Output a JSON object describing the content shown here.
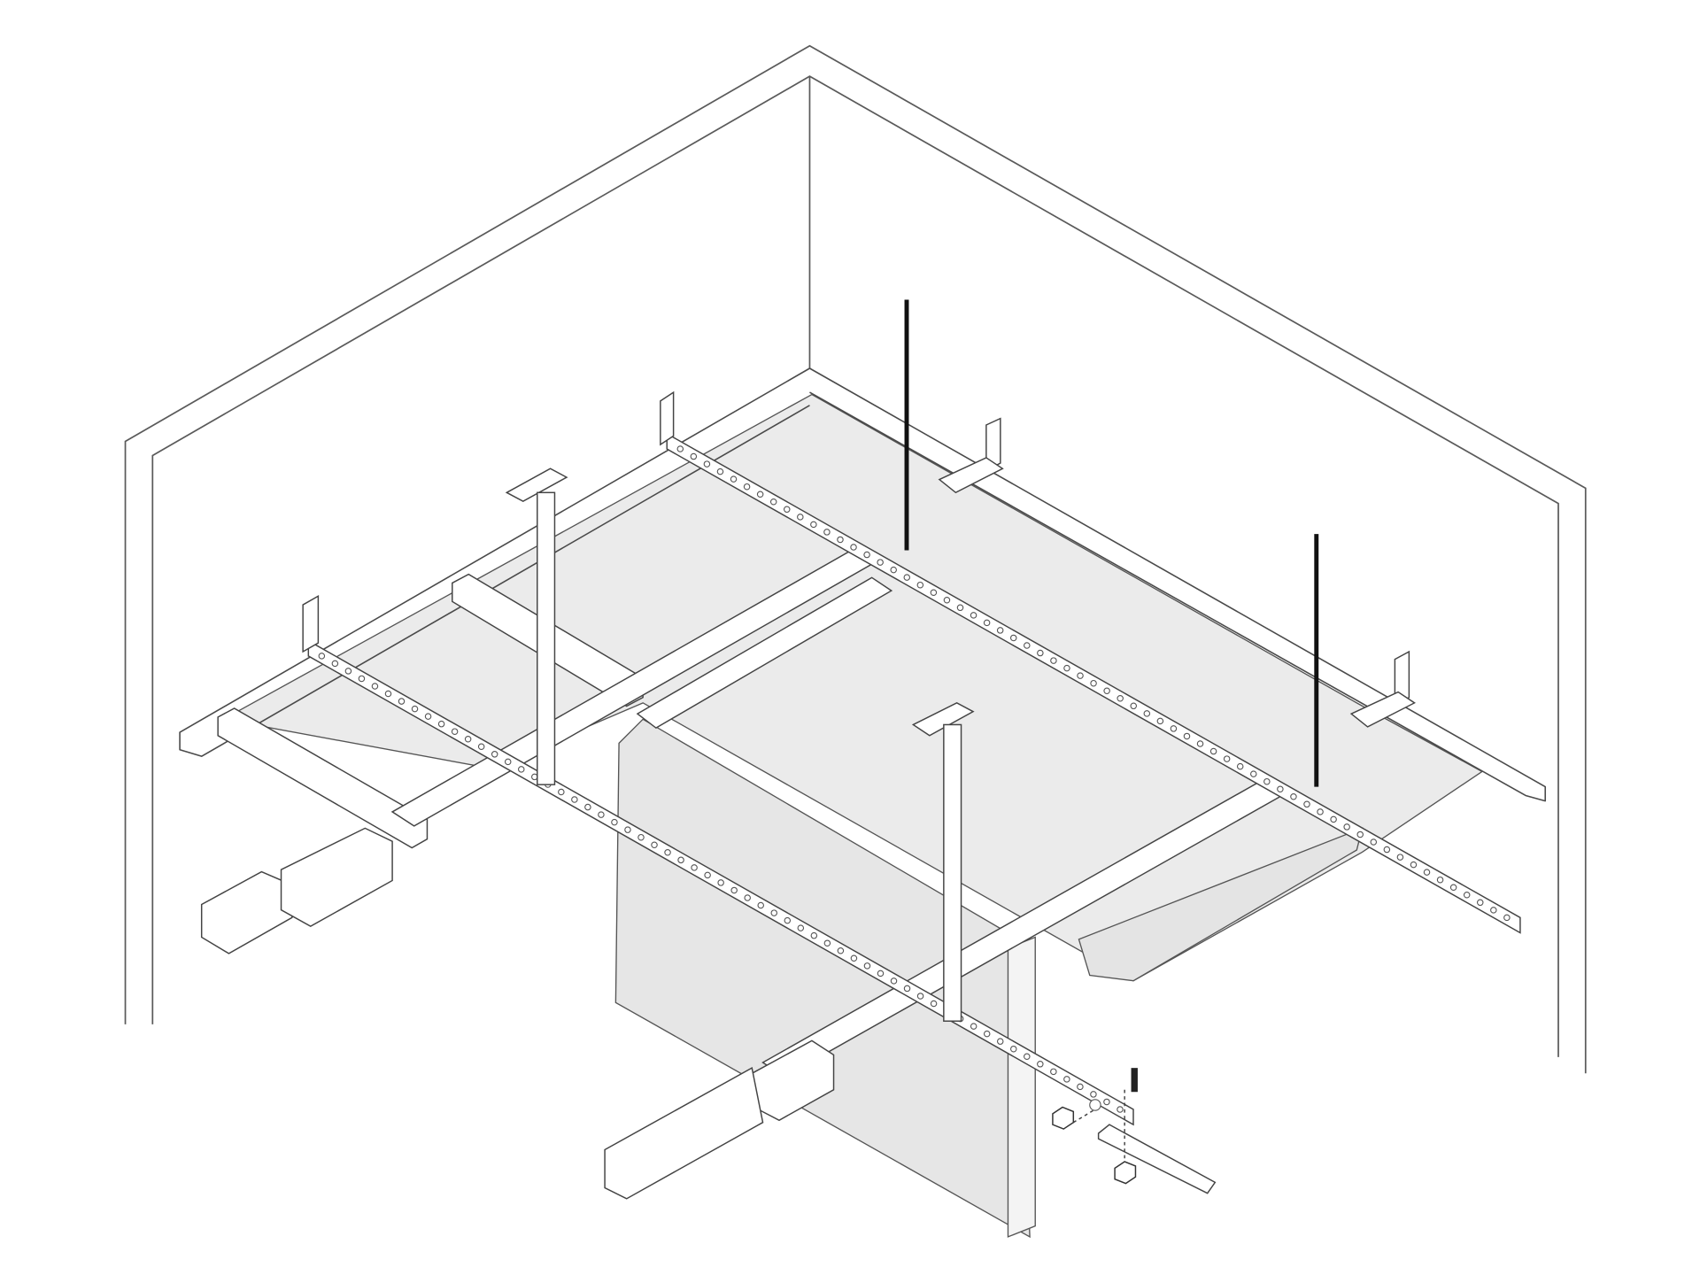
{
  "colors": {
    "line": "#4a4a4a",
    "panel_fill": "#ebebeb",
    "background": "#ffffff",
    "rod": "#111111"
  },
  "icons": [
    "threaded-rod",
    "perforated-bar",
    "channel-profile",
    "hex-nut",
    "washer",
    "bolt",
    "angle-bracket"
  ]
}
